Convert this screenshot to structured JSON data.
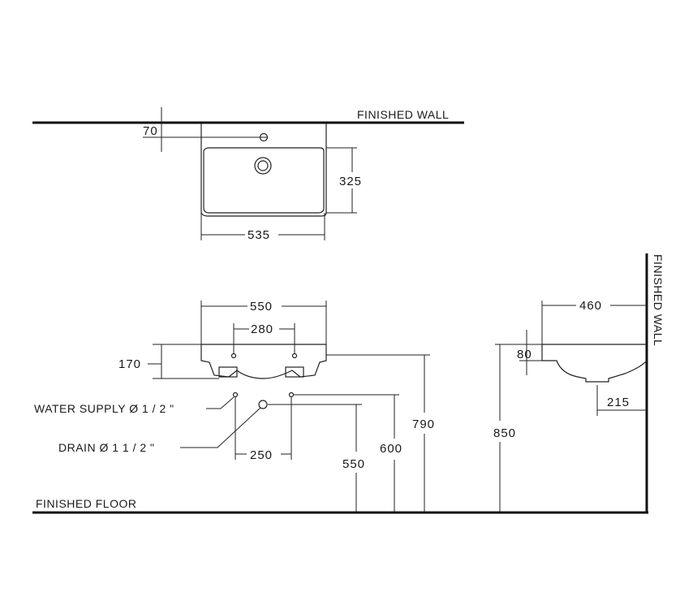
{
  "labels": {
    "finished_wall_top": "FINISHED WALL",
    "finished_wall_side": "FINISHED WALL",
    "finished_floor": "FINISHED FLOOR",
    "water_supply": "WATER SUPPLY  Ø 1 / 2 \"",
    "drain": "DRAIN  Ø 1 1 / 2 \""
  },
  "dimensions": {
    "wall_offset": "70",
    "basin_depth": "325",
    "basin_width_top": "535",
    "overall_width": "550",
    "tap_spacing": "280",
    "basin_height": "170",
    "supply_spacing": "250",
    "drain_height": "550",
    "supply_height": "600",
    "rim_height": "790",
    "side_rim_height": "850",
    "side_projection": "460",
    "side_rim_thickness": "80",
    "drain_offset": "215"
  },
  "colors": {
    "ink": "#111111",
    "background": "#ffffff"
  }
}
